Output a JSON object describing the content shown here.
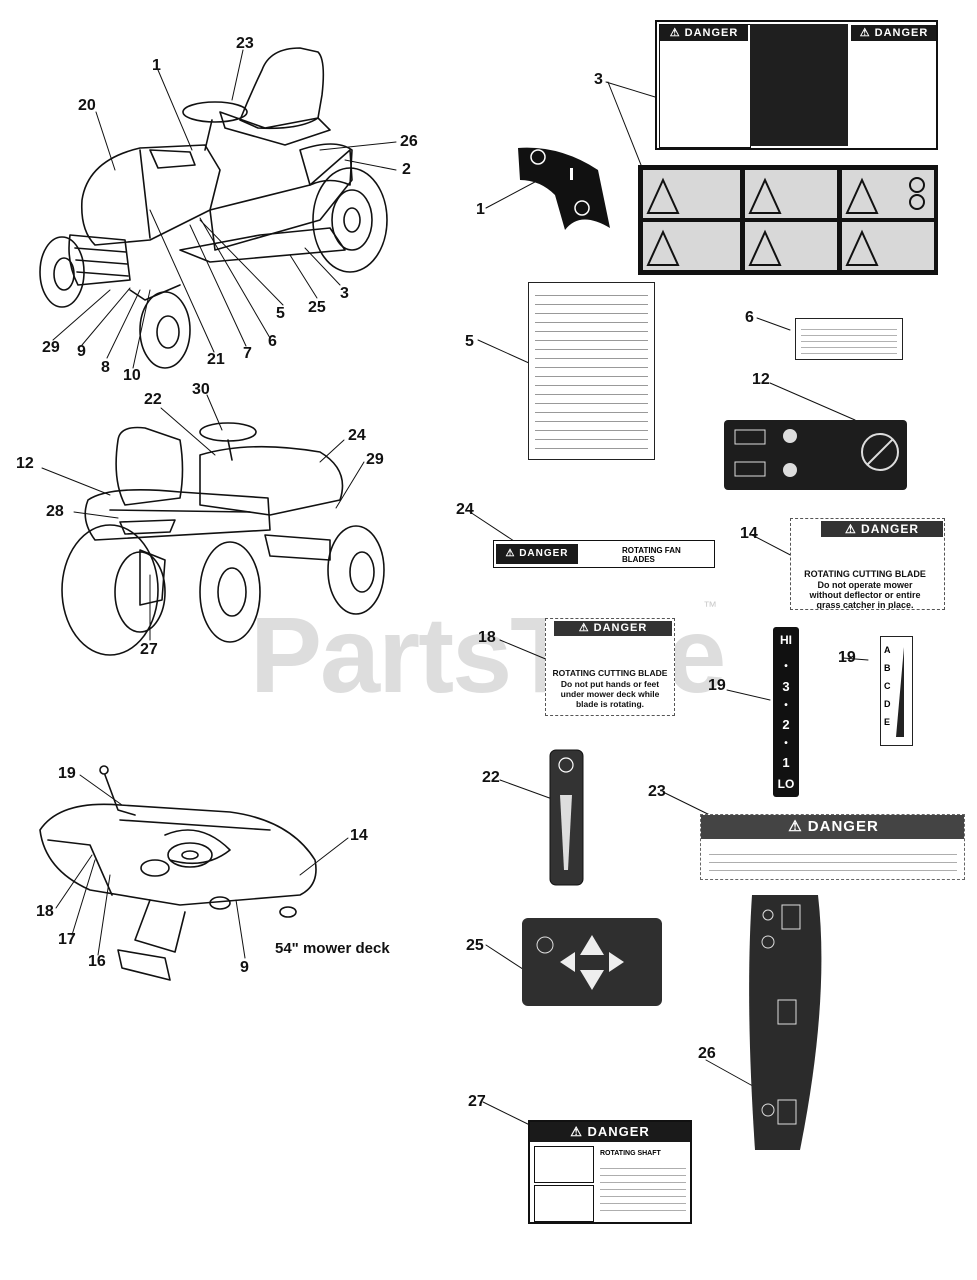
{
  "callouts": {
    "c23_top": "23",
    "c1_top": "1",
    "c20": "20",
    "c26_top": "26",
    "c2": "2",
    "c3_tractor": "3",
    "c25_tractor": "25",
    "c5_tractor": "5",
    "c6_tractor": "6",
    "c7": "7",
    "c21": "21",
    "c10": "10",
    "c8": "8",
    "c9_tractor": "9",
    "c29_front": "29",
    "c30": "30",
    "c22_rear": "22",
    "c24_rear": "24",
    "c12_rear": "12",
    "c29_rear": "29",
    "c28": "28",
    "c27_rear": "27",
    "c19_deck": "19",
    "c14_deck": "14",
    "c18_deck": "18",
    "c17": "17",
    "c16": "16",
    "c9_deck": "9",
    "c3_decal": "3",
    "c1_decal": "1",
    "c5_decal": "5",
    "c6_decal": "6",
    "c12_decal": "12",
    "c24_decal": "24",
    "c14_decal": "14",
    "c18_decal": "18",
    "c19_decal_a": "19",
    "c19_decal_b": "19",
    "c22_decal": "22",
    "c23_decal": "23",
    "c25_decal": "25",
    "c26_decal": "26",
    "c27_decal": "27"
  },
  "deck_caption": "54\" mower deck",
  "watermark": "PartsTree",
  "trademark": "™",
  "decals": {
    "d3_top": {
      "left_header": "⚠ DANGER",
      "right_header": "⚠ DANGER"
    },
    "d24": {
      "header": "⚠ DANGER",
      "text": "ROTATING FAN BLADES"
    },
    "d14": {
      "header": "⚠ DANGER",
      "line1": "ROTATING CUTTING BLADE",
      "line2": "Do not operate mower",
      "line3": "without deflector or entire",
      "line4": "grass catcher in place."
    },
    "d18": {
      "header": "⚠ DANGER",
      "line1": "ROTATING CUTTING BLADE",
      "line2": "Do not put hands or feet",
      "line3": "under mower deck while",
      "line4": "blade is rotating."
    },
    "d19_speed": {
      "hi": "HI",
      "s3": "3",
      "s2": "2",
      "s1": "1",
      "lo": "LO"
    },
    "d19_height": {
      "a": "A",
      "b": "B",
      "c": "C",
      "d": "D",
      "e": "E"
    },
    "d23": {
      "header": "⚠ DANGER"
    },
    "d27": {
      "header": "⚠ DANGER",
      "text": "ROTATING SHAFT"
    }
  }
}
